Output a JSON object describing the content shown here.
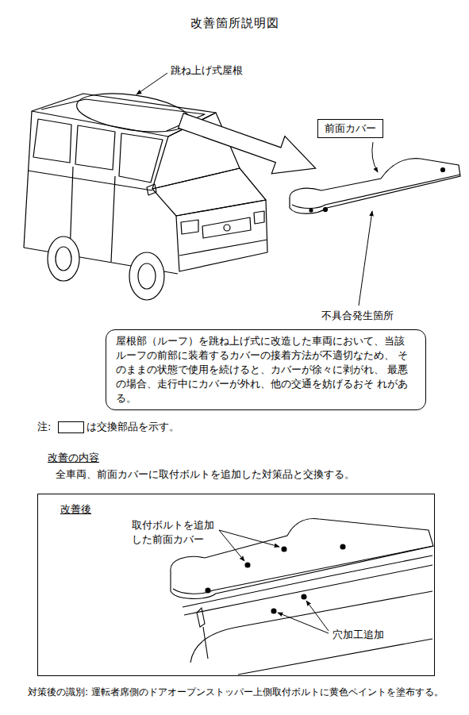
{
  "diagram": {
    "title": "改善箇所説明図",
    "nodes": [
      {
        "text": [
          "前面カバー"
        ]
      },
      {
        "text": [
          "屋根部（ルーフ）を跳ね上げ式に改造した車両において、当該 ルーフの前部に装着するカバーの接着方法が不適切なため、 そのままの状態で使用を続けると、カバーが徐々に剥がれ、 最悪の場合、走行中にカバーが外れ、他の交通を妨げるおそ れがある。"
        ]
      },
      {
        "text": [
          "改善後",
          "取付ボルトを追加 した前面カバー",
          "穴加工追加"
        ]
      }
    ],
    "labels": [
      "跳ね上げ式屋根",
      "不具合発生箇所",
      "注:",
      "改善の内容",
      "全車両、前面カバーに取付ボルトを追加した対策品と交換する。",
      "対策後の識別: 運転者席側のドアオープンストッパー上側取付ボルトに黄色ペイントを塗布する。"
    ],
    "legend": [
      {
        "text": "は交換部品を示す。"
      }
    ]
  }
}
